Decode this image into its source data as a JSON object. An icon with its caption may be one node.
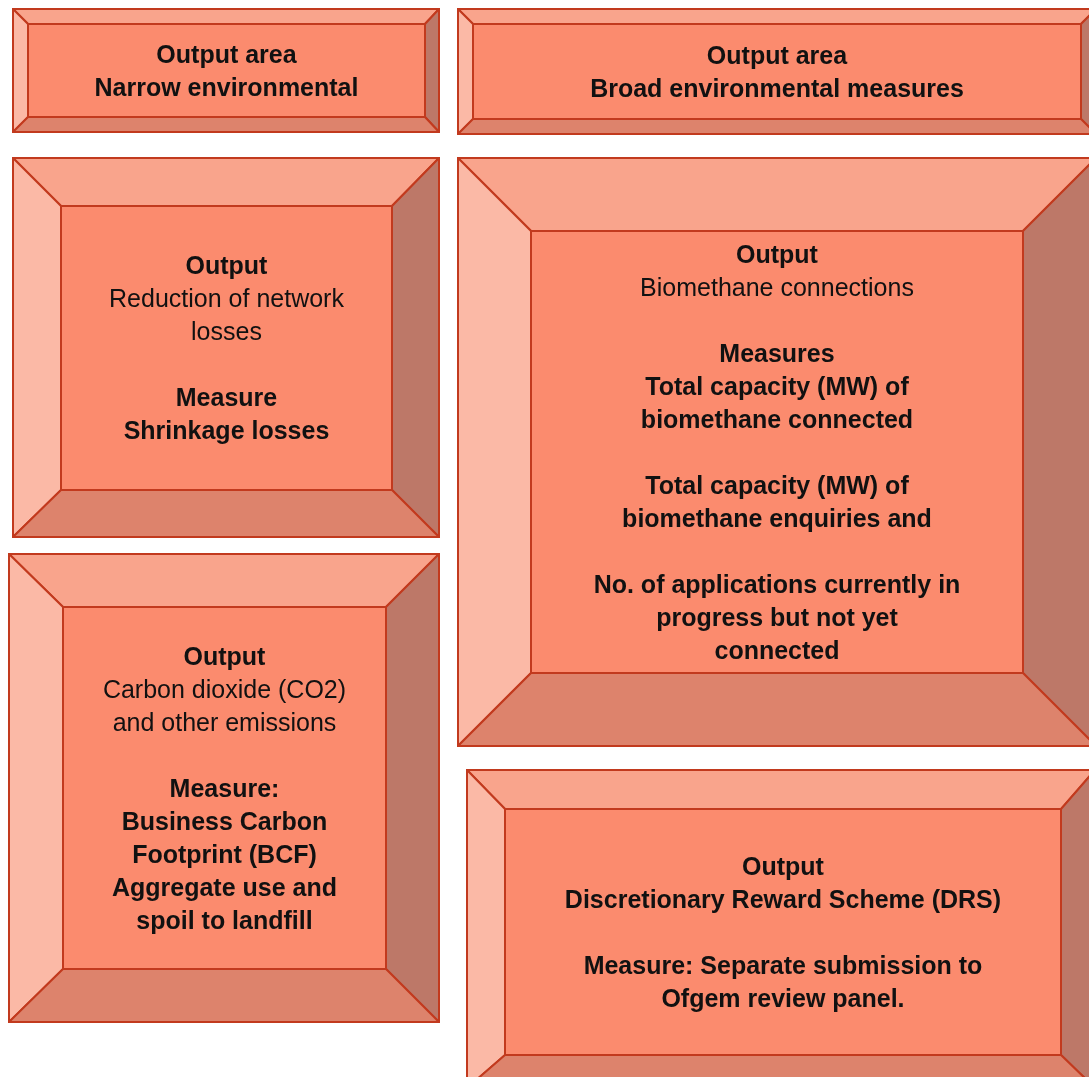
{
  "diagram": {
    "nodes": [
      {
        "text": [
          "Output area",
          "Narrow environmental"
        ]
      },
      {
        "text": [
          "Output area",
          "Broad environmental measures"
        ]
      },
      {
        "text": [
          "Output",
          "Reduction of network losses",
          "Measure",
          "Shrinkage losses"
        ]
      },
      {
        "text": [
          "Output",
          "Biomethane connections",
          "Measures",
          "Total capacity (MW) of biomethane connected",
          "Total capacity (MW) of biomethane enquiries and",
          "No. of applications currently in progress but not yet connected"
        ]
      },
      {
        "text": [
          "Output",
          "Carbon dioxide (CO2) and other emissions",
          "Measure:",
          "Business Carbon Footprint (BCF)",
          "Aggregate use and spoil to landfill"
        ]
      },
      {
        "text": [
          "Output",
          "Discretionary Reward Scheme (DRS)",
          "Measure: Separate submission to Ofgem review panel."
        ]
      }
    ]
  }
}
